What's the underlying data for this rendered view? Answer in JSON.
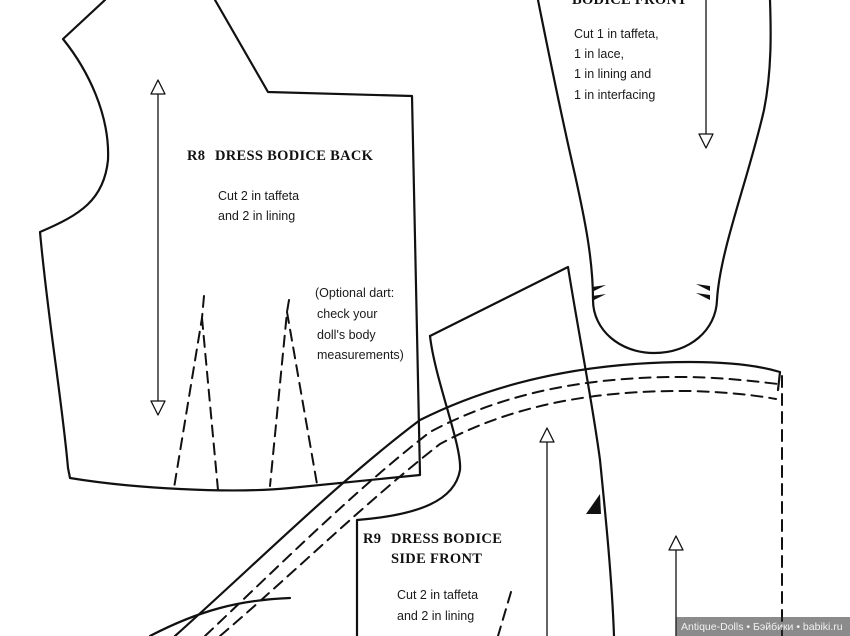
{
  "pieces": {
    "bodice_front": {
      "title": "BODICE FRONT",
      "cut_lines": [
        "Cut 1 in taffeta,",
        "1 in lace,",
        "1 in lining and",
        "1 in interfacing"
      ]
    },
    "r8_back": {
      "code": "R8",
      "title": "DRESS BODICE BACK",
      "cut_lines": [
        "Cut 2 in taffeta",
        "and 2 in lining"
      ],
      "dart_note": [
        "(Optional dart:",
        "check your",
        "doll's body",
        "measurements)"
      ]
    },
    "r9_side_front": {
      "code": "R9",
      "title_lines": [
        "DRESS BODICE",
        "SIDE FRONT"
      ],
      "cut_lines": [
        "Cut 2 in taffeta",
        "and 2 in lining"
      ]
    }
  },
  "watermark": "Antique-Dolls • Бэйбики • babiki.ru"
}
